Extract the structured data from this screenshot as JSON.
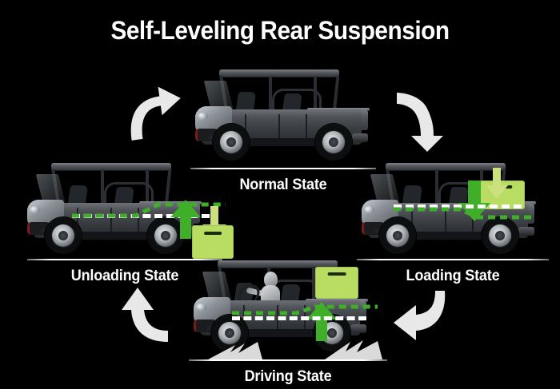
{
  "title": "Self-Leveling Rear Suspension",
  "background_color": "#000000",
  "colors": {
    "title_text": "#ffffff",
    "label_text": "#ffffff",
    "ground_line": "#ffffff",
    "green_arrow": "#3fae28",
    "light_green_arrow": "#b9dc63",
    "crate": "#b9dc63",
    "dashed_white": "#ffffff",
    "dashed_green": "#3fae28",
    "flow_arrow": "#e8e8e8"
  },
  "states": [
    {
      "id": "normal",
      "label": "Normal State",
      "label_position": "bottom-center",
      "vehicle": "utv-side-view",
      "has_driver": false,
      "has_crate": false,
      "dashed_lines": [],
      "indicator_arrows": []
    },
    {
      "id": "loading",
      "label": "Loading State",
      "label_position": "bottom-center",
      "vehicle": "utv-side-view",
      "has_driver": false,
      "has_crate": true,
      "crate_position": "above-rear-bed",
      "dashed_lines": [
        {
          "color": "white",
          "shape": "level-reference"
        },
        {
          "color": "green",
          "shape": "rear-dips-down"
        }
      ],
      "indicator_arrows": [
        {
          "name": "load-weight-arrow",
          "direction": "down",
          "color": "light-green"
        },
        {
          "name": "suspension-compress-arrow",
          "direction": "down",
          "color": "green"
        }
      ]
    },
    {
      "id": "driving",
      "label": "Driving State",
      "label_position": "bottom-center",
      "vehicle": "utv-side-view",
      "has_driver": true,
      "has_crate": true,
      "crate_position": "in-rear-bed",
      "has_speed_streaks": true,
      "dashed_lines": [
        {
          "color": "white",
          "shape": "level-reference"
        },
        {
          "color": "green",
          "shape": "leveled-raised"
        }
      ],
      "indicator_arrows": [
        {
          "name": "suspension-lift-arrow",
          "direction": "up",
          "color": "green"
        }
      ]
    },
    {
      "id": "unloading",
      "label": "Unloading State",
      "label_position": "bottom-center",
      "vehicle": "utv-side-view",
      "has_driver": false,
      "has_crate": true,
      "crate_position": "beside-rear-bed",
      "dashed_lines": [
        {
          "color": "white",
          "shape": "level-reference"
        },
        {
          "color": "green",
          "shape": "rear-rises-up"
        }
      ],
      "indicator_arrows": [
        {
          "name": "suspension-rebound-arrow",
          "direction": "up",
          "color": "green"
        },
        {
          "name": "unload-weight-arrow",
          "direction": "down",
          "color": "light-green"
        }
      ]
    }
  ],
  "flow_arrows": [
    {
      "id": "unloading-to-normal",
      "name": "flow-arrow-top-left",
      "direction": "curve-up-right"
    },
    {
      "id": "normal-to-loading",
      "name": "flow-arrow-top-right",
      "direction": "curve-down-right"
    },
    {
      "id": "loading-to-driving",
      "name": "flow-arrow-bottom-right",
      "direction": "curve-left"
    },
    {
      "id": "driving-to-unloading",
      "name": "flow-arrow-bottom-left",
      "direction": "curve-up-left"
    }
  ],
  "cycle_direction": "clockwise"
}
